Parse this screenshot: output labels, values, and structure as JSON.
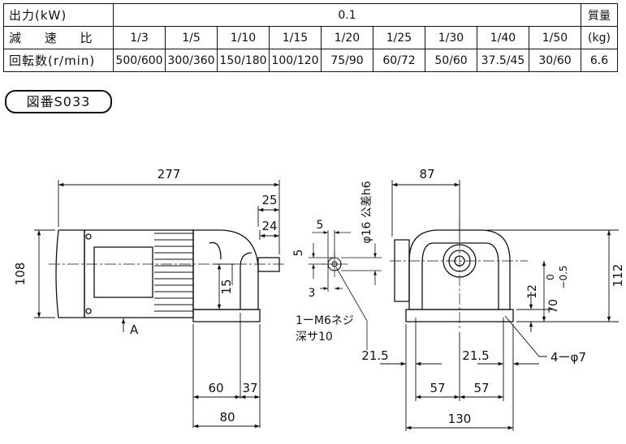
{
  "spec_table": {
    "output_label": "出力(kW)",
    "output_value": "0.1",
    "mass_label": "質量",
    "mass_unit": "(kg)",
    "mass_value": "6.6",
    "ratio_label": "減 速 比",
    "ratios": [
      "1/3",
      "1/5",
      "1/10",
      "1/15",
      "1/20",
      "1/25",
      "1/30",
      "1/40",
      "1/50"
    ],
    "rpm_label": "回転数(r/min)",
    "rpms": [
      "500/600",
      "300/360",
      "150/180",
      "100/120",
      "75/90",
      "60/72",
      "50/60",
      "37.5/45",
      "30/60"
    ]
  },
  "drawing_number": "図番S033",
  "dimensions": {
    "overall_length": "277",
    "shaft_25": "25",
    "shaft_24": "24",
    "height_108": "108",
    "dim_15": "15",
    "arrow_label": "A",
    "base_60": "60",
    "base_37": "37",
    "base_80": "80",
    "key_5_h": "5",
    "key_5_v": "5",
    "key_3": "3",
    "shaft_dia": "φ16 公差h6",
    "tap_note_1": "1ーM6ネジ",
    "tap_note_2": "深サ10",
    "end_87": "87",
    "end_112": "112",
    "end_12": "12",
    "end_70": "70",
    "tol_0": "0",
    "tol_m05": "−0.5",
    "end_21_5_left": "21.5",
    "end_21_5_right": "21.5",
    "hole_note": "4ーφ7",
    "end_57_left": "57",
    "end_57_right": "57",
    "end_130": "130"
  }
}
